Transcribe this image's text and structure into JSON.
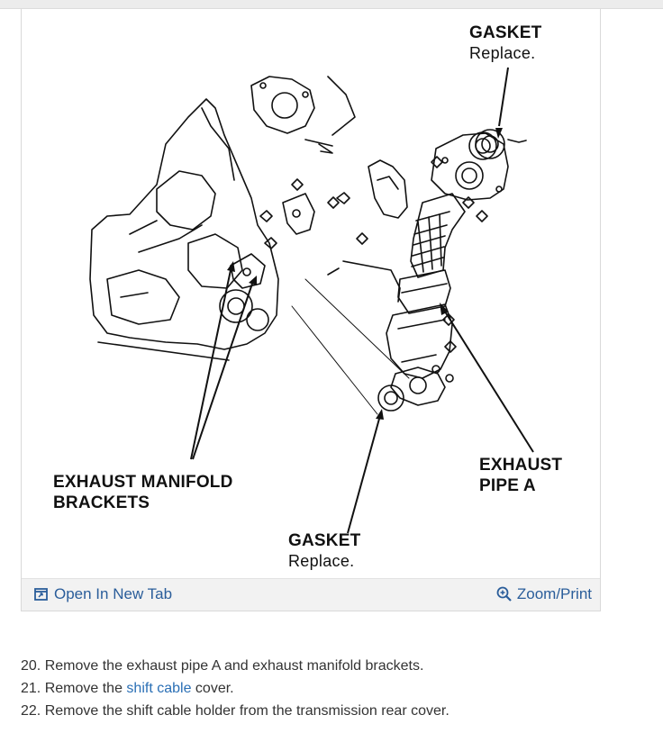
{
  "figure": {
    "labels": {
      "gasket_top": {
        "title": "GASKET",
        "note": "Replace."
      },
      "exhaust_manifold_brackets": {
        "line1": "EXHAUST MANIFOLD",
        "line2": "BRACKETS"
      },
      "exhaust_pipe_a": {
        "line1": "EXHAUST",
        "line2": "PIPE A"
      },
      "gasket_bottom": {
        "title": "GASKET",
        "note": "Replace."
      }
    },
    "toolbar": {
      "open_new_tab": "Open In New Tab",
      "zoom_print": "Zoom/Print"
    }
  },
  "steps": [
    {
      "number": "20.",
      "text": "Remove the exhaust pipe A and exhaust manifold brackets."
    },
    {
      "number": "21.",
      "before": "Remove the ",
      "link": "shift cable",
      "after": " cover."
    },
    {
      "number": "22.",
      "text": "Remove the shift cable holder from the transmission rear cover."
    }
  ],
  "colors": {
    "link": "#2a6fb5",
    "toolbar_link": "#2a5d9a",
    "toolbar_bg": "#f2f2f2"
  }
}
